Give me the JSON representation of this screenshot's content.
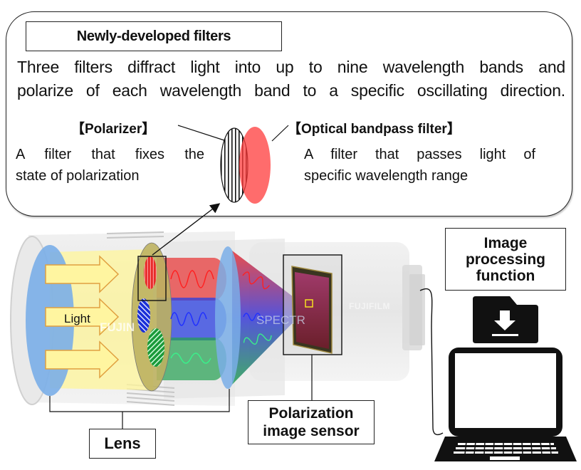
{
  "callout": {
    "title": "Newly-developed filters",
    "description_lines": [
      "Three filters diffract light into up to nine wavelength bands and",
      "polarize of each wavelength band to a specific oscillating direction."
    ],
    "polarizer": {
      "heading": "【Polarizer】",
      "description_lines": [
        "A filter that fixes the",
        "state of polarization"
      ]
    },
    "bandpass": {
      "heading": "【Optical bandpass filter】",
      "description_lines": [
        "A filter that passes light of",
        "specific wavelength range"
      ]
    }
  },
  "camera": {
    "light_label": "Light",
    "brand_text": "FUJIFILM",
    "lens_mark": "FUJIN",
    "lens_mark_2": "SPECTR",
    "beam_colors": {
      "red": "#e8302c",
      "blue": "#2a3fe0",
      "green": "#22a050",
      "light": "#fff59a",
      "lens": "#7aaee8"
    }
  },
  "labels": {
    "lens": "Lens",
    "sensor_line1": "Polarization",
    "sensor_line2": "image sensor",
    "image_processing_line1": "Image",
    "image_processing_line2": "processing",
    "image_processing_line3": "function"
  },
  "icons": {
    "computer": "laptop-icon",
    "download": "folder-download-icon"
  }
}
